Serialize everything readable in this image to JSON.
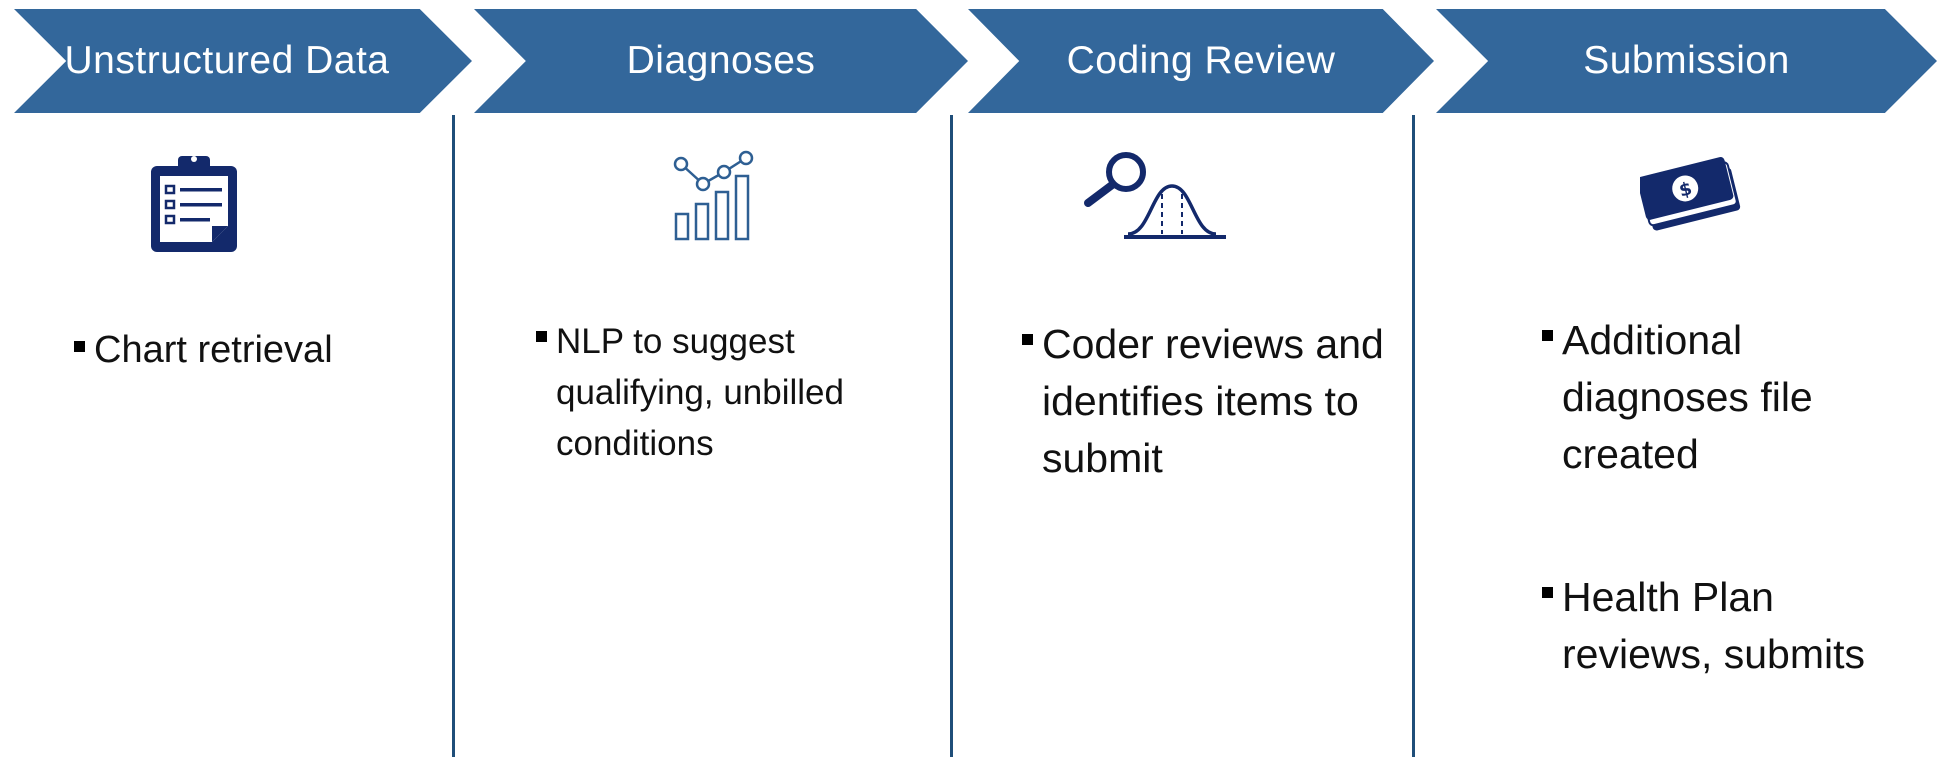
{
  "stages": [
    {
      "title": "Unstructured Data",
      "icon": "clipboard-icon",
      "bullets": [
        "Chart retrieval"
      ]
    },
    {
      "title": "Diagnoses",
      "icon": "bar-line-chart-icon",
      "bullets": [
        "NLP to suggest qualifying, unbilled conditions"
      ]
    },
    {
      "title": "Coding Review",
      "icon": "magnifier-bell-curve-icon",
      "bullets": [
        "Coder reviews and identifies items to submit"
      ]
    },
    {
      "title": "Submission",
      "icon": "money-icon",
      "bullets": [
        "Additional diagnoses file created",
        "Health Plan reviews, submits"
      ]
    }
  ],
  "colors": {
    "chevron": "#33679b",
    "icon_dark": "#13296b",
    "icon_light": "#2e5f93",
    "divider": "#1f4e79"
  }
}
